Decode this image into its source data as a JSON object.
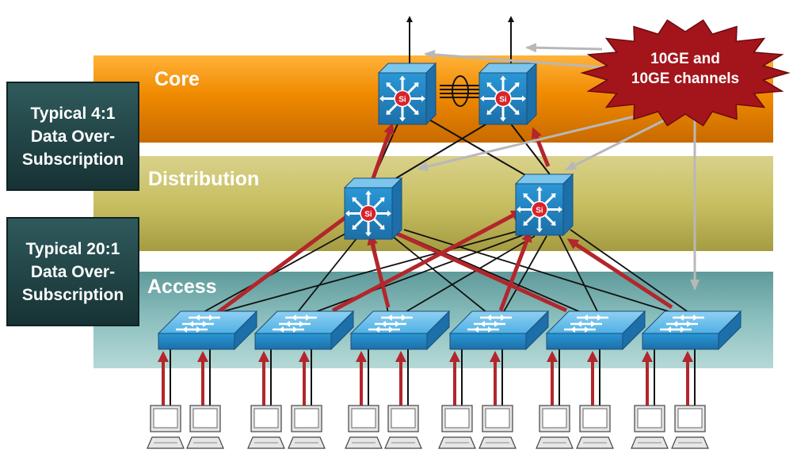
{
  "layers": {
    "core": {
      "label": "Core",
      "color": "#f08a00"
    },
    "distribution": {
      "label": "Distribution",
      "color": "#c8bf62"
    },
    "access": {
      "label": "Access",
      "color": "#7fb3b3"
    }
  },
  "side_boxes": [
    {
      "lines": [
        "Typical 4:1",
        "Data Over-",
        "Subscription"
      ]
    },
    {
      "lines": [
        "Typical 20:1",
        "Data Over-",
        "Subscription"
      ]
    }
  ],
  "callout": {
    "lines": [
      "10GE and",
      "10GE channels"
    ],
    "color": "#a3151b"
  },
  "switch_badge": "Si",
  "colors": {
    "uplink_arrow": "#b3262b",
    "link": "#111111",
    "pointer_arrow": "#b0b0b0",
    "switch_blue": "#2a97d6"
  },
  "icons": [
    "multilayer-switch-icon",
    "access-switch-icon",
    "workstation-icon"
  ]
}
